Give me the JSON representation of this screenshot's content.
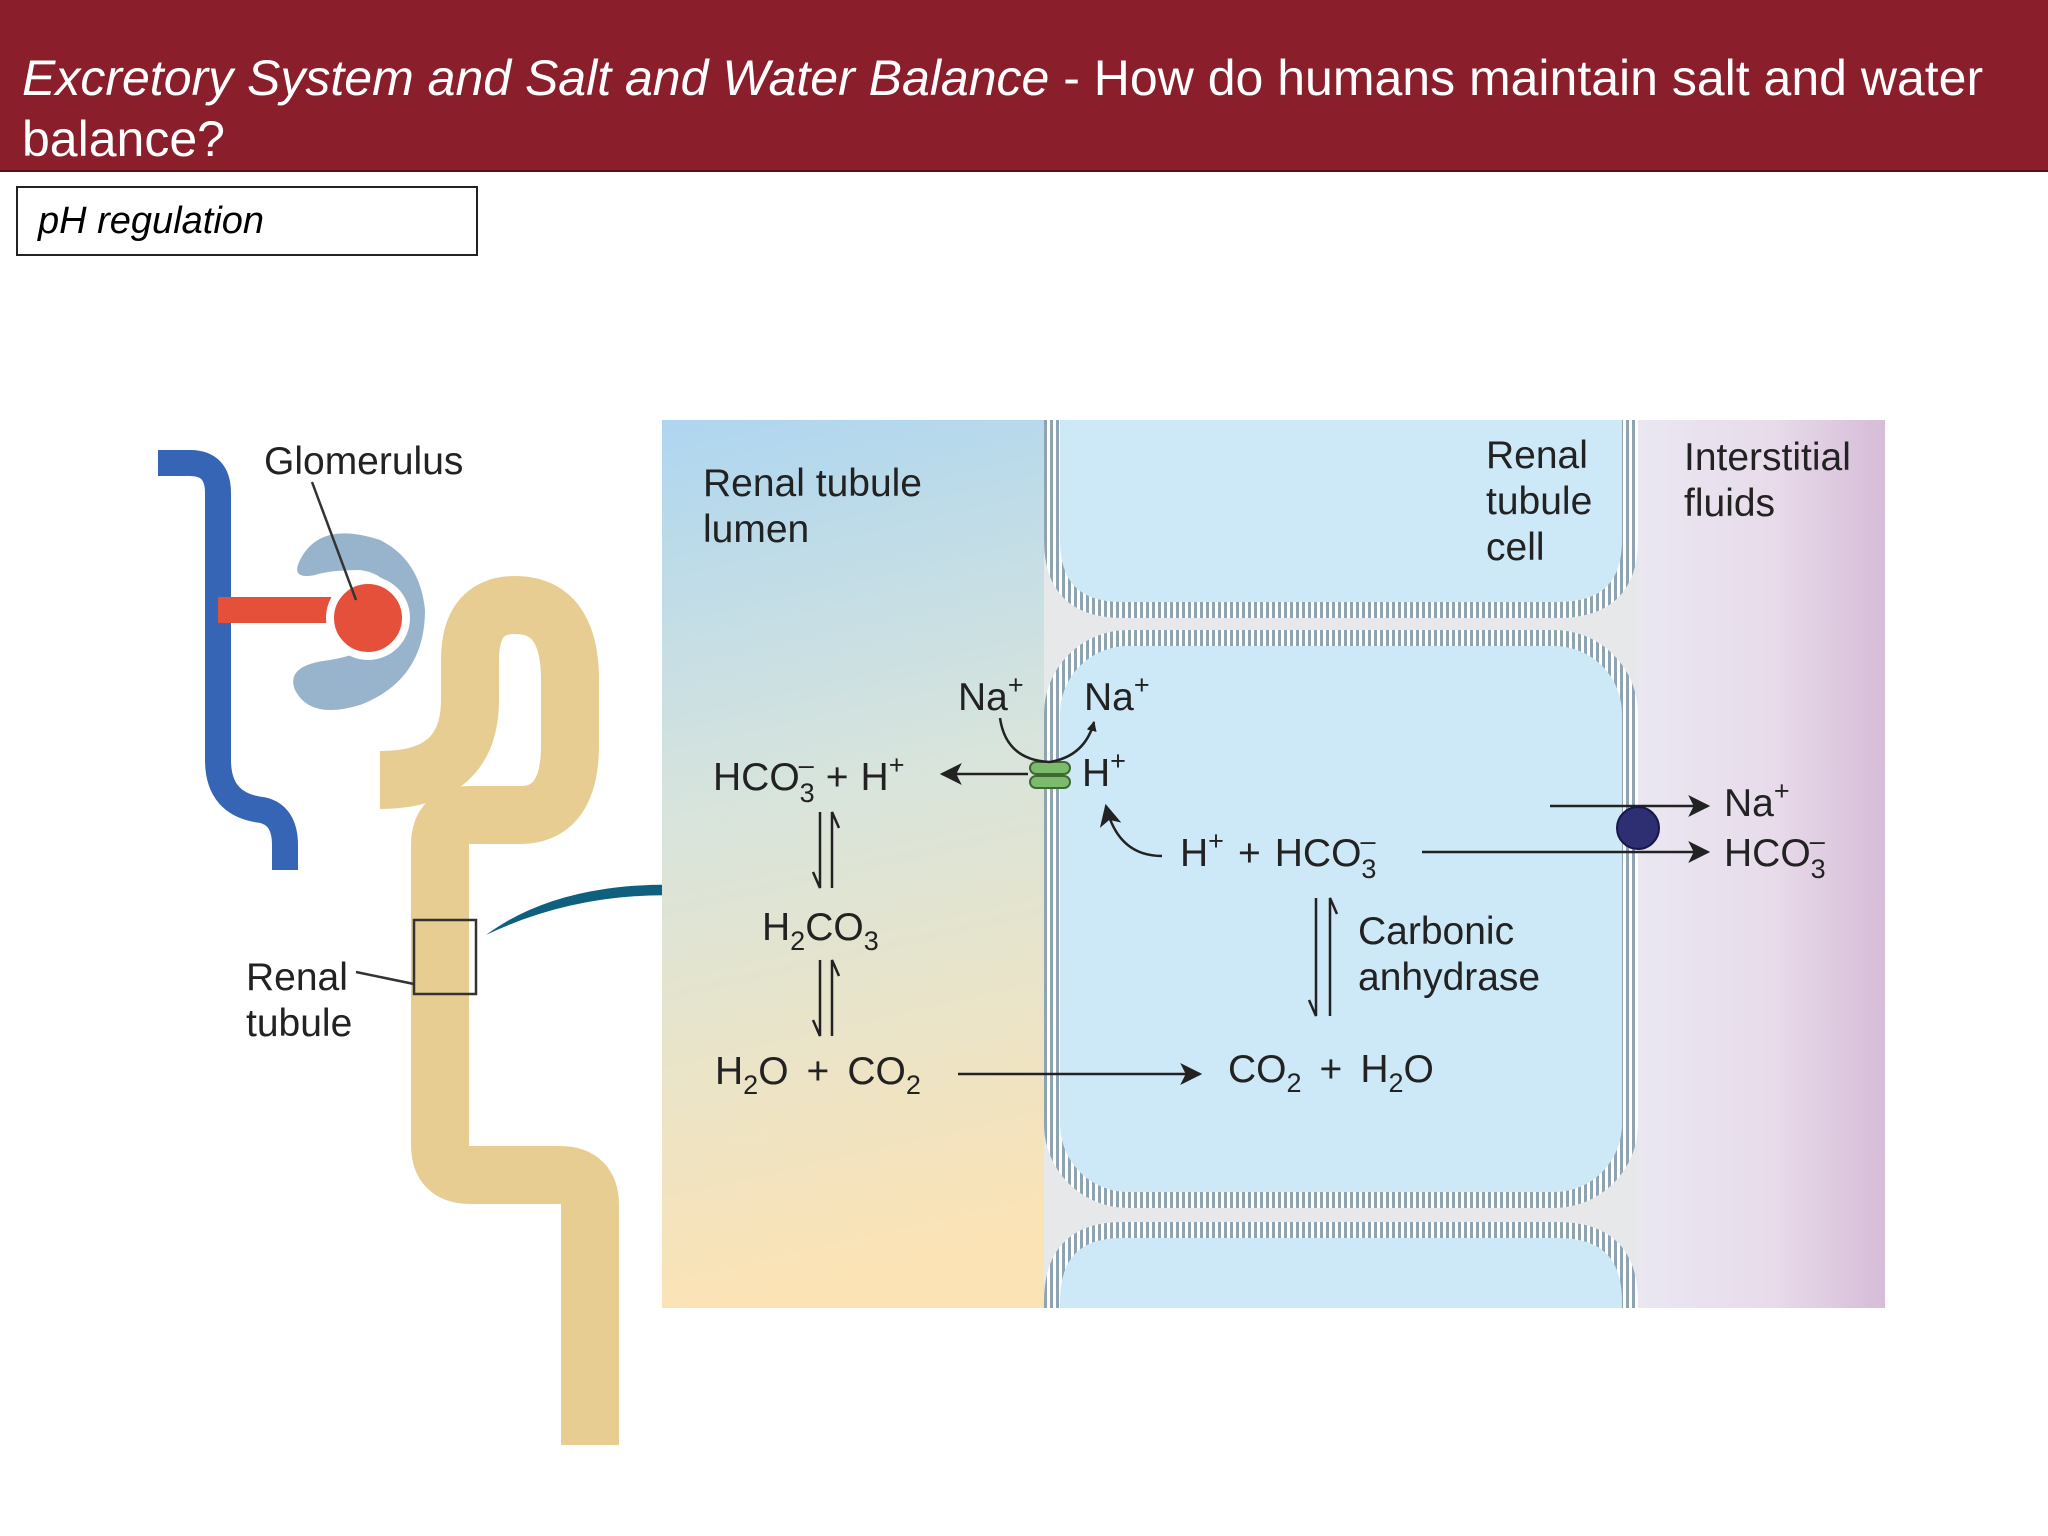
{
  "header": {
    "title_italic": "Excretory System and Salt and Water Balance",
    "title_rest": " - How do humans maintain salt and water balance?"
  },
  "subtitle": "pH regulation",
  "nephron": {
    "glomerulus_label": "Glomerulus",
    "tubule_label_line1": "Renal",
    "tubule_label_line2": "tubule"
  },
  "regions": {
    "lumen_line1": "Renal tubule",
    "lumen_line2": "lumen",
    "cell_line1": "Renal",
    "cell_line2": "tubule",
    "cell_line3": "cell",
    "interstitial_line1": "Interstitial",
    "interstitial_line2": "fluids"
  },
  "lumen": {
    "hco3": "HCO",
    "hco3_sub": "3",
    "hco3_sup": "–",
    "plus": "+",
    "h": "H",
    "h_sup": "+",
    "h2co3_h": "H",
    "h2co3_2": "2",
    "h2co3_co": "CO",
    "h2co3_3": "3",
    "h2o_h": "H",
    "h2o_2": "2",
    "h2o_o": "O",
    "co2_co": "CO",
    "co2_2": "2"
  },
  "transporter": {
    "na_in": "Na",
    "na_out": "Na",
    "na_sup": "+",
    "h": "H",
    "h_sup": "+"
  },
  "cell": {
    "h": "H",
    "h_sup": "+",
    "plus": "+",
    "hco3": "HCO",
    "hco3_sub": "3",
    "hco3_sup": "–",
    "enzyme_line1": "Carbonic",
    "enzyme_line2": "anhydrase",
    "co2_co": "CO",
    "co2_2": "2",
    "h2o_h": "H",
    "h2o_2": "2",
    "h2o_o": "O"
  },
  "interstitial": {
    "na": "Na",
    "na_sup": "+",
    "hco3": "HCO",
    "hco3_sub": "3",
    "hco3_sup": "–"
  },
  "colors": {
    "header_bg": "#8a1e2b",
    "artery_red": "#e4503a",
    "vein_blue": "#3565b4",
    "tubule_blue": "#98b4cc",
    "tubule_tan": "#e8cd92",
    "cell_fill": "#cde8f7",
    "membrane": "#8ea4b2",
    "transporter_green": "#7dbb6c",
    "pump_navy": "#2e2f72",
    "arrow_teal": "#0f607e"
  }
}
